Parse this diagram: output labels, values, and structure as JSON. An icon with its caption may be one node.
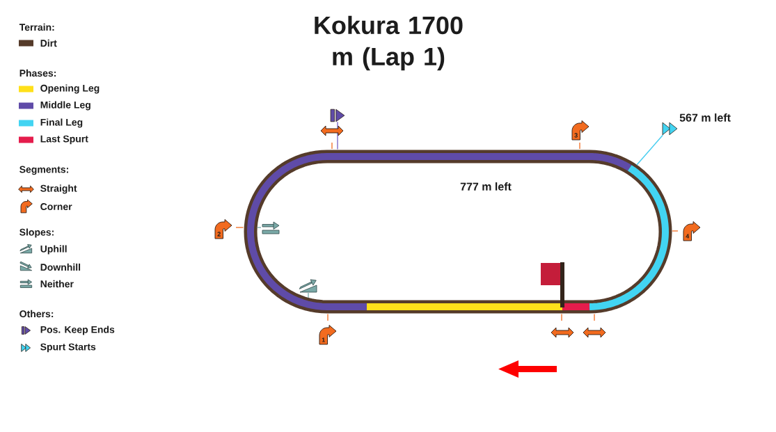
{
  "diagram": {
    "title": "Kokura 1700 m (Lap 1)",
    "nodes": [
      {
        "text": [],
        "shape": "picture"
      },
      {
        "text": [],
        "shape": "picture",
        "beside": [
          "567 m left"
        ]
      }
    ],
    "edges": [
      {
        "from": 0,
        "to": null,
        "arrow": "none",
        "color": "#7d6bc9"
      },
      {
        "from": 1,
        "to": null,
        "arrow": "none",
        "color": "#45cdf0"
      }
    ],
    "labels": [
      "Terrain:",
      "Phases:",
      "Segments:",
      "Slopes:",
      "Others:",
      "3",
      "777 m left",
      "2",
      "4",
      "1"
    ],
    "legend": [
      {
        "text": "Dirt",
        "color": "#553b2a"
      },
      {
        "text": "Opening Leg",
        "color": "#ffe01a"
      },
      {
        "text": "Middle Leg",
        "color": "#5f4ba8"
      },
      {
        "text": "Final Leg",
        "color": "#42d4f2"
      },
      {
        "text": "Last Spurt",
        "color": "#e51c4c"
      },
      {
        "text": "Straight"
      },
      {
        "text": "Corner"
      },
      {
        "text": "Uphill"
      },
      {
        "text": "Downhill"
      },
      {
        "text": "Neither"
      },
      {
        "text": "Pos. Keep Ends"
      },
      {
        "text": "Spurt Starts"
      }
    ]
  }
}
